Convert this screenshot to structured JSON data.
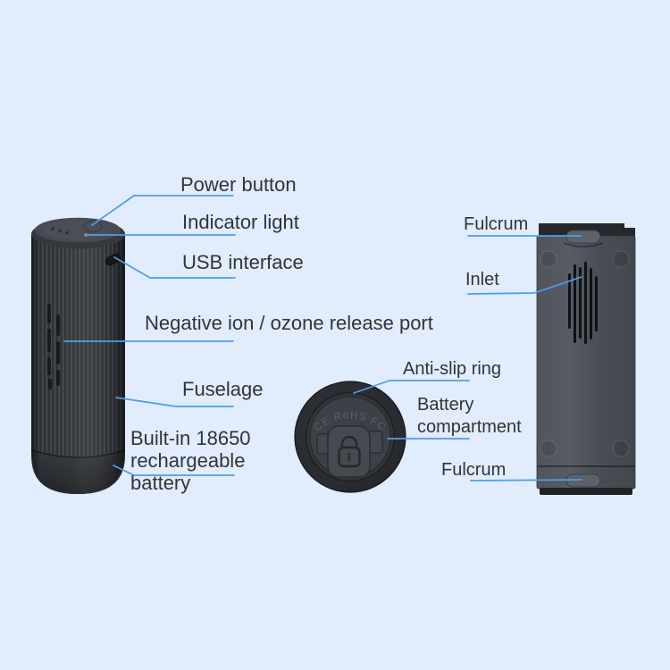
{
  "page": {
    "background_color": "#e1ecfd",
    "accent_line_color": "#4f9de8",
    "label_text_color": "#323438",
    "device_body_color": "#33363b"
  },
  "labels": {
    "power_button": "Power button",
    "indicator_light": "Indicator light",
    "usb_interface": "USB interface",
    "release_port": "Negative ion / ozone release port",
    "fuselage": "Fuselage",
    "builtin_battery": "Built-in 18650 rechargeable battery",
    "fulcrum_top": "Fulcrum",
    "inlet": "Inlet",
    "anti_slip_ring": "Anti-slip ring",
    "battery_compartment": "Battery compartment",
    "fulcrum_bottom": "Fulcrum"
  },
  "markings": {
    "certifications": "CE RoHS FC"
  }
}
